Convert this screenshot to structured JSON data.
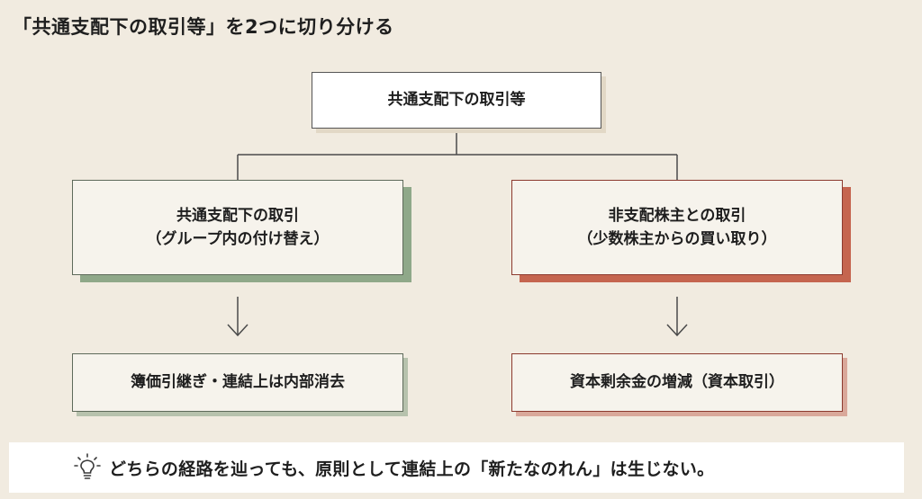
{
  "title": "「共通支配下の取引等」を2つに切り分ける",
  "root": {
    "label": "共通支配下の取引等"
  },
  "branches": [
    {
      "line1": "共通支配下の取引",
      "line2": "（グループ内の付け替え）",
      "result": "簿価引継ぎ・連結上は内部消去",
      "accent": "#8fa889"
    },
    {
      "line1": "非支配株主との取引",
      "line2": "（少数株主からの買い取り）",
      "result": "資本剰余金の増減（資本取引）",
      "accent": "#c5654f"
    }
  ],
  "footer": {
    "icon": "lightbulb-icon",
    "note": "どちらの経路を辿っても、原則として連結上の「新たなのれん」は生じない。"
  }
}
